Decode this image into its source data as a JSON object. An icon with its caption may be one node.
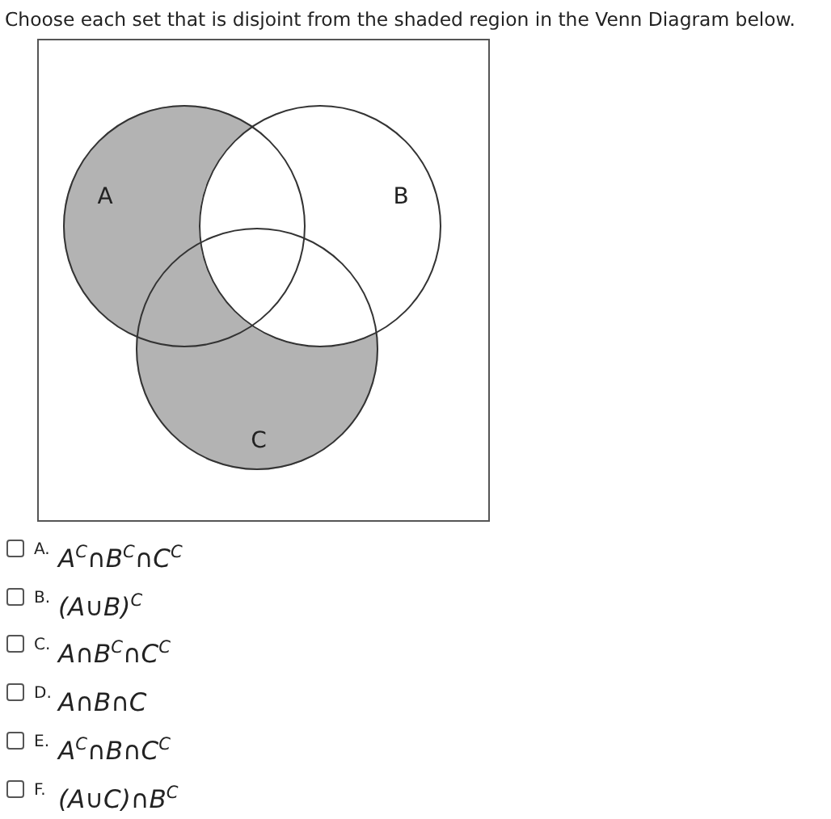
{
  "diagram": {
    "title": "Choose each set that is disjoint from the shaded region in the Venn Diagram below.",
    "nodes": [
      {
        "text": [
          "A"
        ]
      },
      {
        "text": [
          "B"
        ]
      },
      {
        "text": [
          "C"
        ]
      }
    ],
    "labels": [
      "A.",
      "A$^{C}$∩B$^{C}$∩C$^{C}$",
      "B.",
      "(A∪B)$^{C}$",
      "C.",
      "A∩B$^{C}$∩C$^{C}$",
      "D.",
      "A∩B∩C",
      "E.",
      "A$^{C}$∩B∩C$^{C}$",
      "F.",
      "(A∪C)∩B$^{C}$"
    ]
  }
}
